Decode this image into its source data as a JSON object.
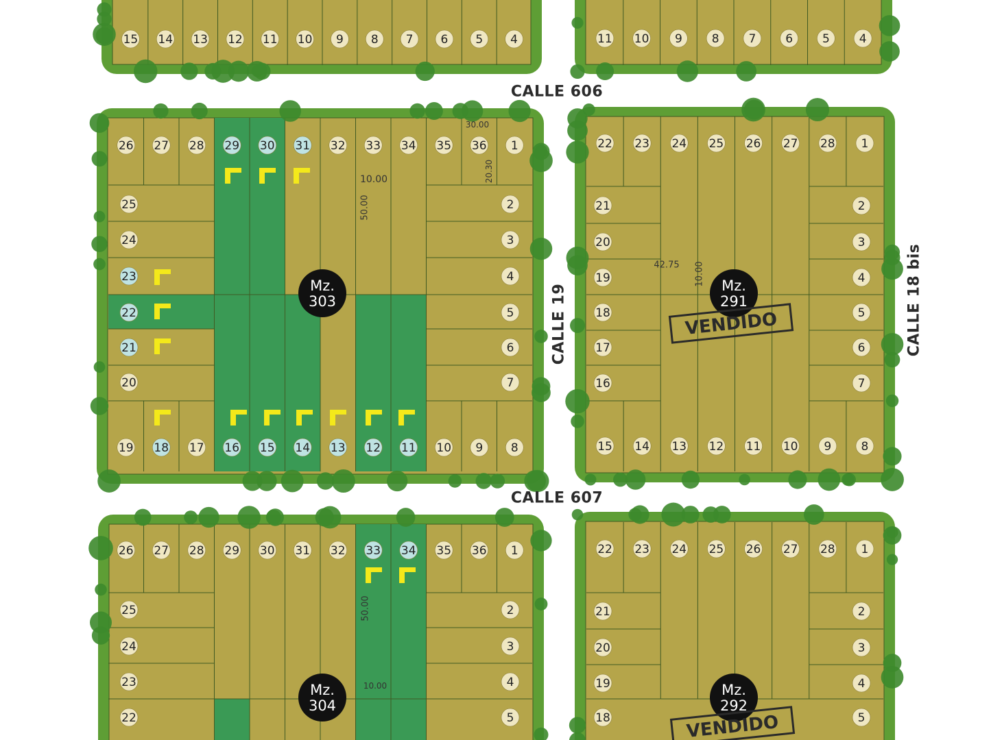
{
  "streets": [
    {
      "id": "calle-606",
      "label": "CALLE 606"
    },
    {
      "id": "calle-607",
      "label": "CALLE 607"
    },
    {
      "id": "calle-19",
      "label": "CALLE 19"
    },
    {
      "id": "calle-18bis",
      "label": "CALLE 18 bis"
    }
  ],
  "colors": {
    "lot": "#b5a54a",
    "lot_line": "#3f5a22",
    "green_lot": "#3a9a55",
    "block_border": "#5e9e35",
    "tree": "#3d8a2c",
    "marker": "#f4e91a",
    "number_circle": "#efe7c2",
    "number_circle_alt": "#bfe3e3",
    "badge": "#111111",
    "sold_stamp": "#2a2a2a"
  },
  "blocks": [
    {
      "id": "top-left",
      "bottom_lots": [
        "15",
        "14",
        "13",
        "12",
        "11",
        "10",
        "9",
        "8",
        "7",
        "6",
        "5",
        "4"
      ]
    },
    {
      "id": "top-right",
      "bottom_lots": [
        "11",
        "10",
        "9",
        "8",
        "7",
        "6",
        "5",
        "4"
      ]
    },
    {
      "id": "mz-303",
      "badge": "Mz. 303",
      "top_lots": [
        "26",
        "27",
        "28",
        "29",
        "30",
        "31",
        "32",
        "33",
        "34",
        "35",
        "36",
        "1"
      ],
      "right_lots": [
        "2",
        "3",
        "4",
        "5",
        "6",
        "7"
      ],
      "left_lots": [
        "25",
        "24",
        "23",
        "22",
        "21",
        "20"
      ],
      "bottom_lots": [
        "19",
        "18",
        "17",
        "16",
        "15",
        "14",
        "13",
        "12",
        "11",
        "10",
        "9",
        "8"
      ],
      "dimensions": [
        "30.00",
        "10.00",
        "50.00",
        "20.30"
      ],
      "green_lots": [
        "29",
        "30",
        "22",
        "16",
        "15",
        "14",
        "12",
        "11"
      ],
      "marked_lots": [
        "29",
        "30",
        "31",
        "23",
        "22",
        "21",
        "18",
        "16",
        "15",
        "14",
        "13",
        "12",
        "11"
      ]
    },
    {
      "id": "mz-291",
      "badge": "Mz. 291",
      "status": "VENDIDO",
      "top_lots": [
        "22",
        "23",
        "24",
        "25",
        "26",
        "27",
        "28",
        "1"
      ],
      "right_lots": [
        "2",
        "3",
        "4",
        "5",
        "6",
        "7"
      ],
      "left_lots": [
        "21",
        "20",
        "19",
        "18",
        "17",
        "16"
      ],
      "bottom_lots": [
        "15",
        "14",
        "13",
        "12",
        "11",
        "10",
        "9",
        "8"
      ],
      "dimensions": [
        "42.75",
        "10.00"
      ]
    },
    {
      "id": "mz-304",
      "badge": "Mz. 304",
      "top_lots": [
        "26",
        "27",
        "28",
        "29",
        "30",
        "31",
        "32",
        "33",
        "34",
        "35",
        "36",
        "1"
      ],
      "right_lots": [
        "2",
        "3",
        "4",
        "5"
      ],
      "left_lots": [
        "25",
        "24",
        "23",
        "22"
      ],
      "dimensions": [
        "50.00",
        "10.00"
      ],
      "green_lots": [
        "33",
        "34"
      ],
      "marked_lots": [
        "33",
        "34"
      ]
    },
    {
      "id": "mz-292",
      "badge": "Mz. 292",
      "status": "VENDIDO",
      "top_lots": [
        "22",
        "23",
        "24",
        "25",
        "26",
        "27",
        "28",
        "1"
      ],
      "right_lots": [
        "2",
        "3",
        "4",
        "5"
      ],
      "left_lots": [
        "21",
        "20",
        "19",
        "18"
      ]
    }
  ]
}
